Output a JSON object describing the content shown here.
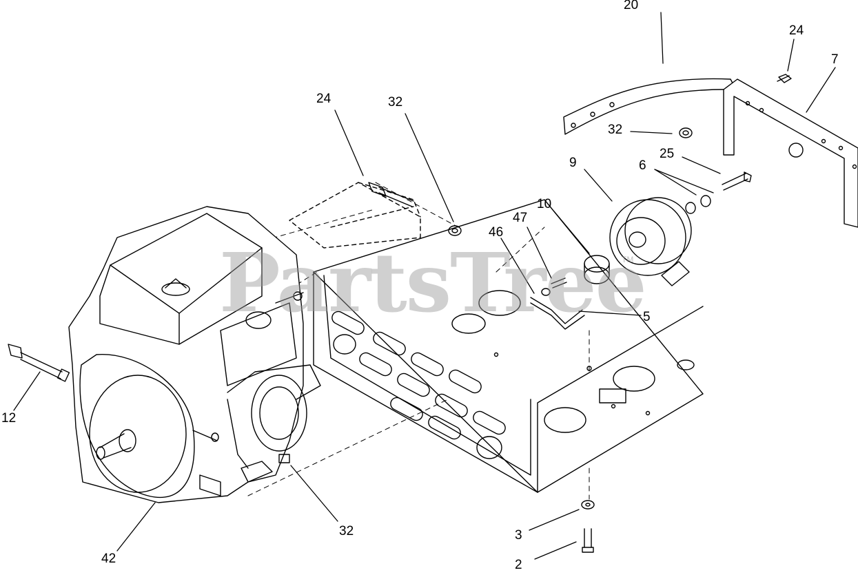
{
  "watermark": {
    "text": "PartsTree",
    "tm": "TM"
  },
  "callouts": {
    "engine": "42",
    "fitting": "12",
    "bolt_bracket_left": "24",
    "nut_bracket_left": "32",
    "nut_engine_bottom": "32",
    "belt_guard": "20",
    "bolt_guard": "24",
    "bracket": "7",
    "nut_guard": "32",
    "clutch": "9",
    "bushing": "10",
    "washers": "6",
    "bolt_clutch": "25",
    "bolt_small": "47",
    "spacer": "46",
    "rod": "5",
    "washer_bottom": "3",
    "bolt_bottom": "2"
  }
}
